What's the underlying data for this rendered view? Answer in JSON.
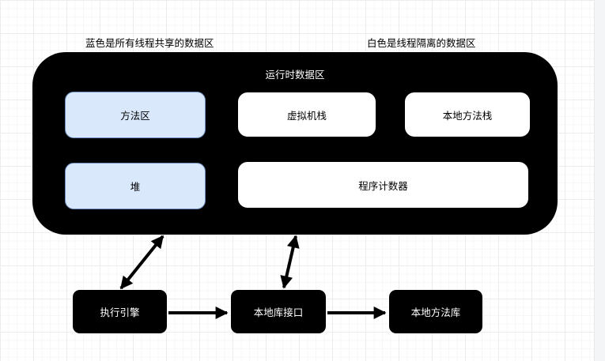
{
  "canvas": {
    "background_color": "#ffffff",
    "grid_major_color": "#ececec",
    "grid_minor_color": "#f7f7f7",
    "gutter_color": "#f4f5f7"
  },
  "notes": {
    "shared_note": "蓝色是所有线程共享的数据区",
    "isolated_note": "白色是线程隔离的数据区"
  },
  "runtime_area": {
    "title": "运行时数据区",
    "fill": "#000000",
    "title_color": "#ffffff",
    "shared_fill": "#dae8fc",
    "shared_border": "#6c8ebf",
    "isolated_fill": "#ffffff",
    "boxes": {
      "method_area": "方法区",
      "vm_stack": "虚拟机栈",
      "native_method_stack": "本地方法栈",
      "heap": "堆",
      "program_counter": "程序计数器"
    }
  },
  "engine_row": {
    "fill": "#000000",
    "text_color": "#ffffff",
    "execution_engine": "执行引擎",
    "native_interface": "本地库接口",
    "native_library": "本地方法库"
  },
  "connections": [
    {
      "from": "运行时数据区",
      "to": "执行引擎",
      "style": "bidirectional"
    },
    {
      "from": "运行时数据区",
      "to": "本地库接口",
      "style": "bidirectional"
    },
    {
      "from": "执行引擎",
      "to": "本地库接口",
      "style": "one-way"
    },
    {
      "from": "本地库接口",
      "to": "本地方法库",
      "style": "one-way"
    }
  ]
}
